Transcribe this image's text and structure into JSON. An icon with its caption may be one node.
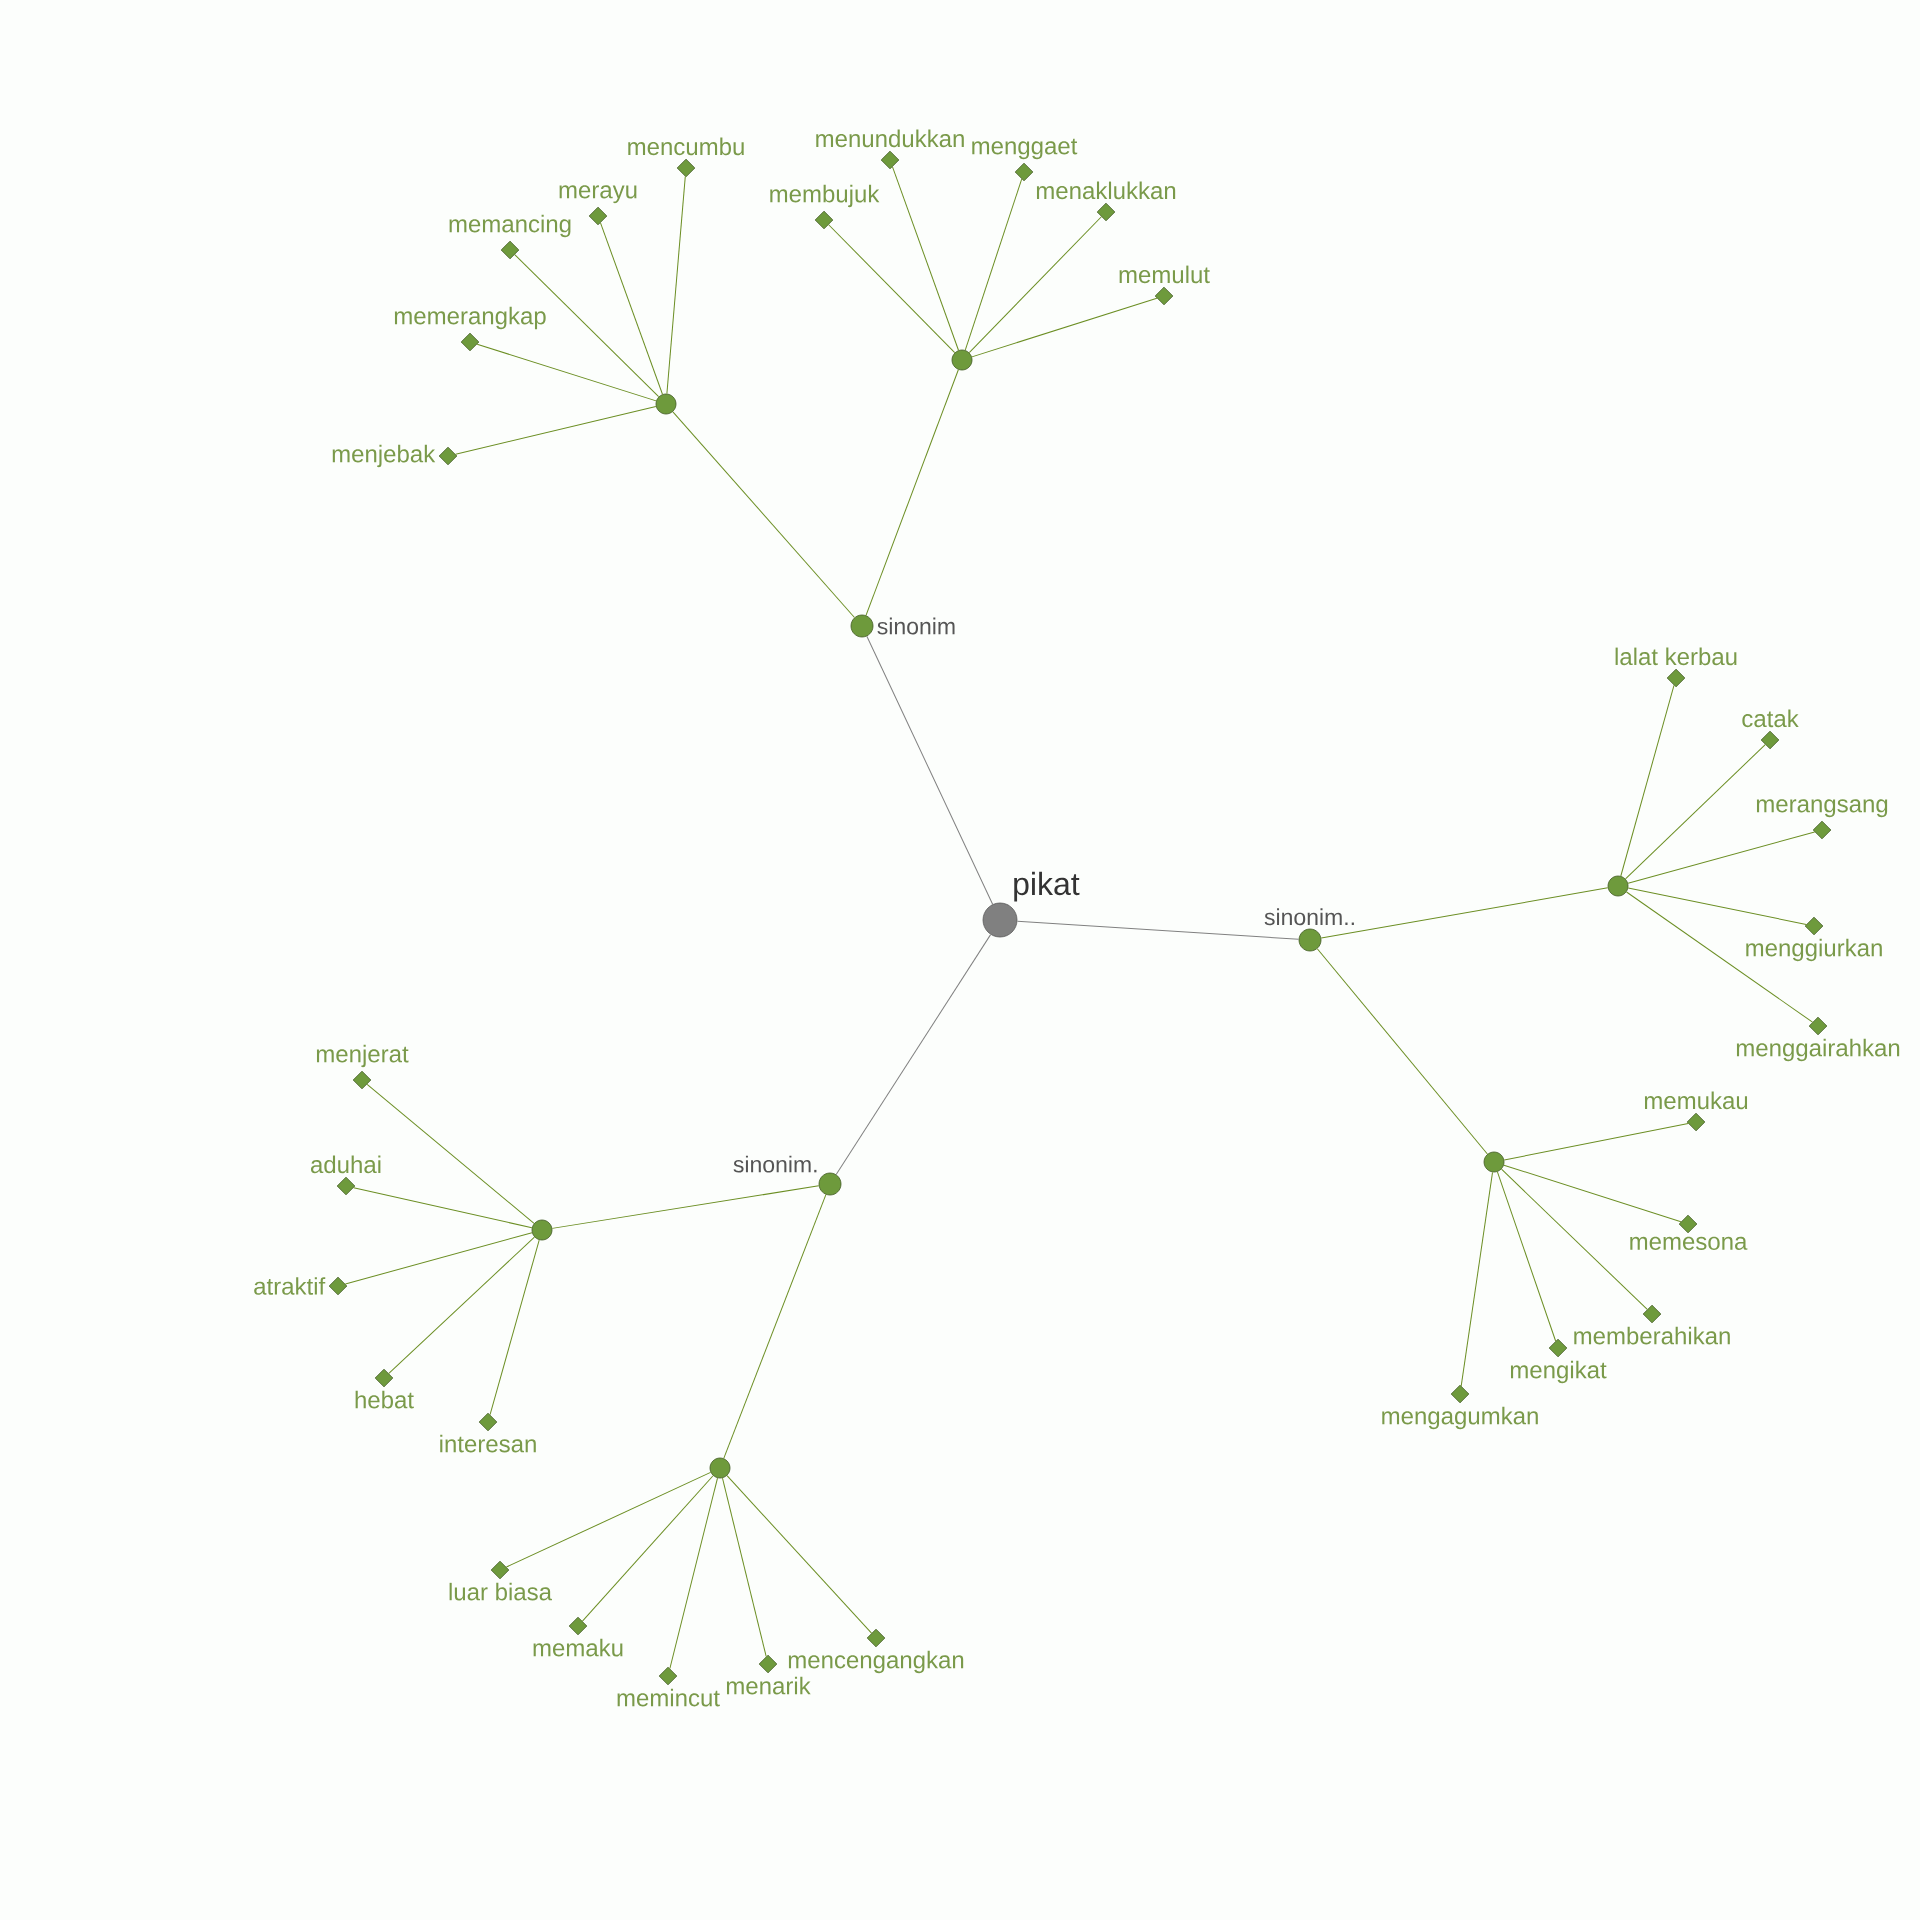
{
  "diagram": {
    "nodes": [
      {
        "text": [
          "pikat"
        ]
      },
      {
        "text": [
          "sinonim"
        ]
      },
      {
        "text": [
          "sinonim.."
        ]
      },
      {
        "text": [
          "sinonim."
        ]
      },
      {
        "text": [],
        "shape": "circle"
      },
      {
        "text": [],
        "shape": "circle"
      },
      {
        "text": [],
        "shape": "circle"
      },
      {
        "text": [],
        "shape": "circle"
      },
      {
        "text": [],
        "shape": "circle"
      },
      {
        "text": [],
        "shape": "circle"
      },
      {
        "text": [
          "mencumbu"
        ]
      },
      {
        "text": [
          "merayu"
        ]
      },
      {
        "text": [
          "memancing"
        ]
      },
      {
        "text": [
          "memerangkap"
        ]
      },
      {
        "text": [
          "menjebak"
        ]
      },
      {
        "text": [
          "menundukkan"
        ]
      },
      {
        "text": [
          "menggaet"
        ]
      },
      {
        "text": [
          "membujuk"
        ]
      },
      {
        "text": [
          "menaklukkan"
        ]
      },
      {
        "text": [
          "memulut"
        ]
      },
      {
        "text": [
          "lalat kerbau"
        ]
      },
      {
        "text": [
          "catak"
        ]
      },
      {
        "text": [
          "merangsang"
        ]
      },
      {
        "text": [
          "menggiurkan"
        ]
      },
      {
        "text": [
          "menggairahkan"
        ]
      },
      {
        "text": [
          "memukau"
        ]
      },
      {
        "text": [
          "memesona"
        ]
      },
      {
        "text": [
          "memberahikan"
        ]
      },
      {
        "text": [
          "mengikat"
        ]
      },
      {
        "text": [
          "mengagumkan"
        ]
      },
      {
        "text": [
          "menjerat"
        ]
      },
      {
        "text": [
          "aduhai"
        ]
      },
      {
        "text": [
          "atraktif"
        ]
      },
      {
        "text": [
          "hebat"
        ]
      },
      {
        "text": [
          "interesan"
        ]
      },
      {
        "text": [
          "luar biasa"
        ]
      },
      {
        "text": [
          "memaku"
        ]
      },
      {
        "text": [
          "memincut"
        ]
      },
      {
        "text": [
          "menarik"
        ]
      },
      {
        "text": [
          "mencengangkan"
        ]
      }
    ],
    "edges": [
      {
        "from": 0,
        "to": 1,
        "arrow": "none",
        "color": "#808080"
      },
      {
        "from": 0,
        "to": 2,
        "arrow": "none",
        "color": "#808080"
      },
      {
        "from": 0,
        "to": 3,
        "arrow": "none",
        "color": "#808080"
      },
      {
        "from": 1,
        "to": 4,
        "arrow": "none"
      },
      {
        "from": 1,
        "to": 5,
        "arrow": "none"
      },
      {
        "from": 2,
        "to": 6,
        "arrow": "none"
      },
      {
        "from": 2,
        "to": 7,
        "arrow": "none"
      },
      {
        "from": 3,
        "to": 8,
        "arrow": "none"
      },
      {
        "from": 3,
        "to": 9,
        "arrow": "none"
      },
      {
        "from": 4,
        "to": 10,
        "arrow": "none"
      },
      {
        "from": 4,
        "to": 11,
        "arrow": "none"
      },
      {
        "from": 4,
        "to": 12,
        "arrow": "none"
      },
      {
        "from": 4,
        "to": 13,
        "arrow": "none"
      },
      {
        "from": 4,
        "to": 14,
        "arrow": "none"
      },
      {
        "from": 5,
        "to": 15,
        "arrow": "none"
      },
      {
        "from": 5,
        "to": 16,
        "arrow": "none"
      },
      {
        "from": 5,
        "to": 17,
        "arrow": "none"
      },
      {
        "from": 5,
        "to": 18,
        "arrow": "none"
      },
      {
        "from": 5,
        "to": 19,
        "arrow": "none"
      },
      {
        "from": 6,
        "to": 20,
        "arrow": "none"
      },
      {
        "from": 6,
        "to": 21,
        "arrow": "none"
      },
      {
        "from": 6,
        "to": 22,
        "arrow": "none"
      },
      {
        "from": 6,
        "to": 23,
        "arrow": "none"
      },
      {
        "from": 6,
        "to": 24,
        "arrow": "none"
      },
      {
        "from": 7,
        "to": 25,
        "arrow": "none"
      },
      {
        "from": 7,
        "to": 26,
        "arrow": "none"
      },
      {
        "from": 7,
        "to": 27,
        "arrow": "none"
      },
      {
        "from": 7,
        "to": 28,
        "arrow": "none"
      },
      {
        "from": 7,
        "to": 29,
        "arrow": "none"
      },
      {
        "from": 8,
        "to": 30,
        "arrow": "none"
      },
      {
        "from": 8,
        "to": 31,
        "arrow": "none"
      },
      {
        "from": 8,
        "to": 32,
        "arrow": "none"
      },
      {
        "from": 8,
        "to": 33,
        "arrow": "none"
      },
      {
        "from": 8,
        "to": 34,
        "arrow": "none"
      },
      {
        "from": 9,
        "to": 35,
        "arrow": "none"
      },
      {
        "from": 9,
        "to": 36,
        "arrow": "none"
      },
      {
        "from": 9,
        "to": 37,
        "arrow": "none"
      },
      {
        "from": 9,
        "to": 38,
        "arrow": "none"
      },
      {
        "from": 9,
        "to": 39,
        "arrow": "none"
      }
    ]
  }
}
